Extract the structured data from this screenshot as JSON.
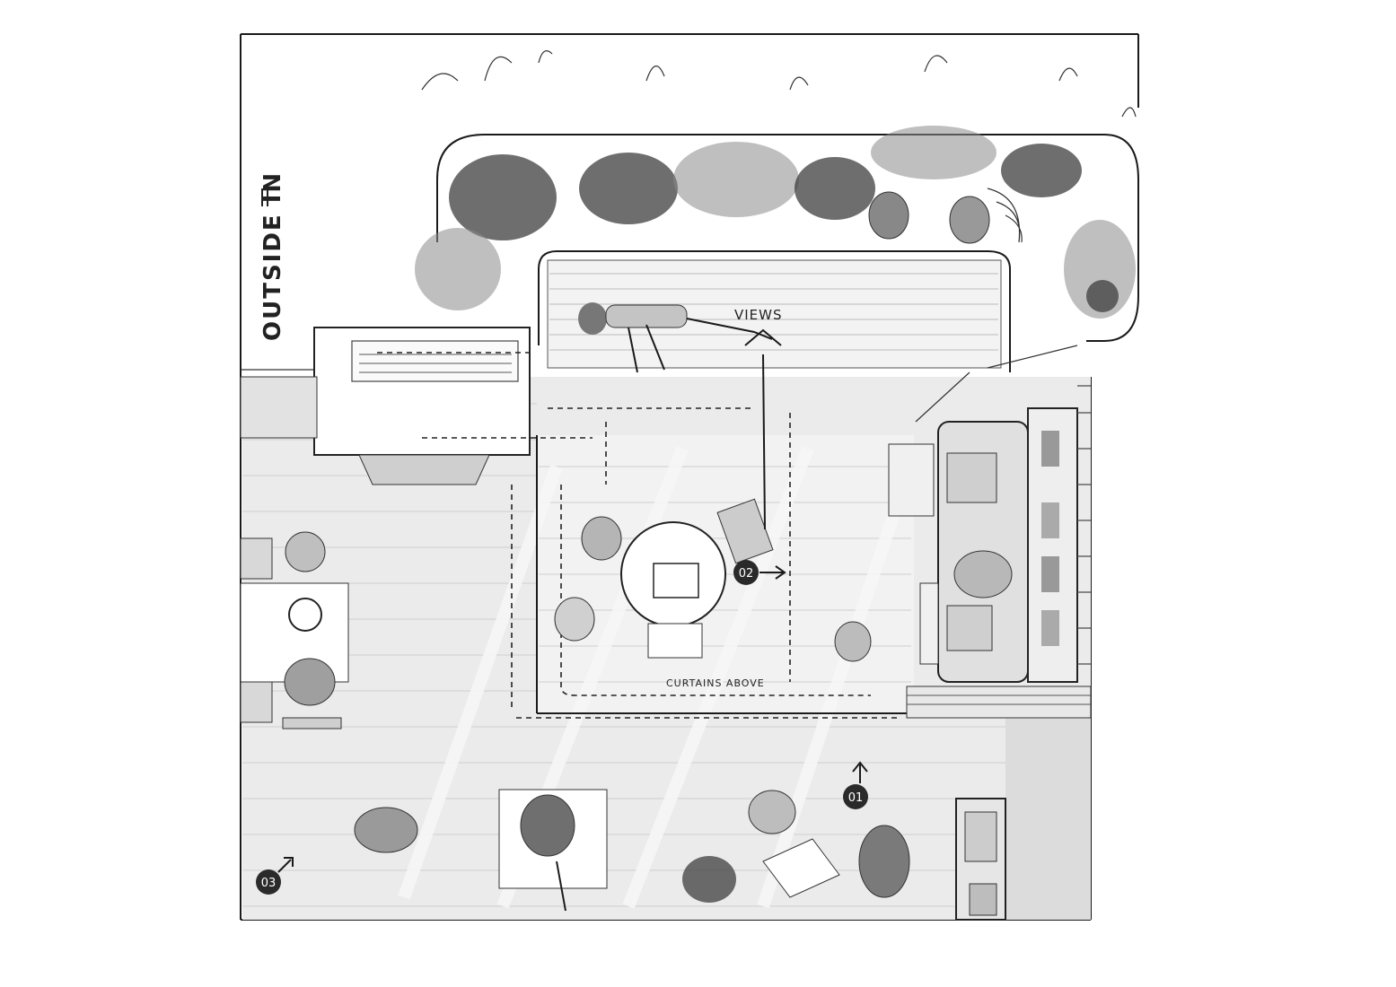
{
  "drawing": {
    "title": "OUTSIDE IN",
    "labels": {
      "views": "VIEWS",
      "curtains": "CURTAINS ABOVE"
    },
    "markers": [
      {
        "id": "01",
        "label": "01"
      },
      {
        "id": "02",
        "label": "02"
      },
      {
        "id": "03",
        "label": "03"
      }
    ]
  }
}
